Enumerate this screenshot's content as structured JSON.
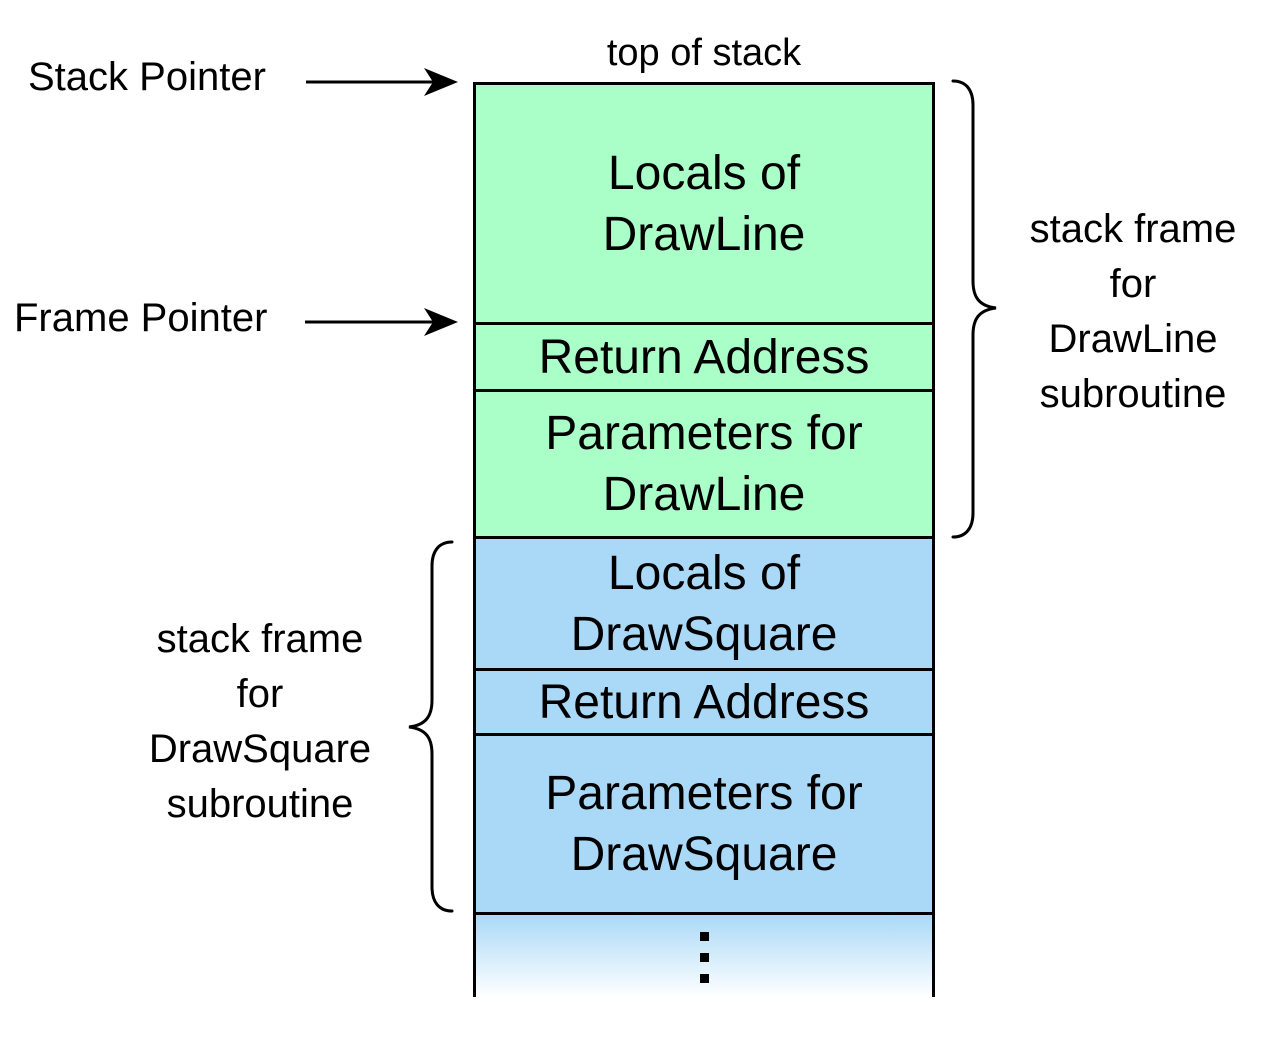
{
  "diagram": {
    "top_label": "top of stack",
    "stack_pointer_label": "Stack Pointer",
    "frame_pointer_label": "Frame Pointer",
    "ellipsis": "⋮",
    "sections": [
      {
        "id": "locals-drawline",
        "label": "Locals of\nDrawLine"
      },
      {
        "id": "return-address-drawline",
        "label": "Return Address"
      },
      {
        "id": "params-drawline",
        "label": "Parameters for\nDrawLine"
      },
      {
        "id": "locals-drawsquare",
        "label": "Locals of\nDrawSquare"
      },
      {
        "id": "return-address-drawsquare",
        "label": "Return Address"
      },
      {
        "id": "params-drawsquare",
        "label": "Parameters for\nDrawSquare"
      }
    ],
    "braces": {
      "drawline_label": "stack frame\nfor\nDrawLine\nsubroutine",
      "drawsquare_label": "stack frame\nfor\nDrawSquare\nsubroutine"
    },
    "colors": {
      "drawline_frame": "#AAFFC8",
      "drawsquare_frame": "#AAD9F7",
      "border": "#000000",
      "background": "#FFFFFF"
    }
  }
}
